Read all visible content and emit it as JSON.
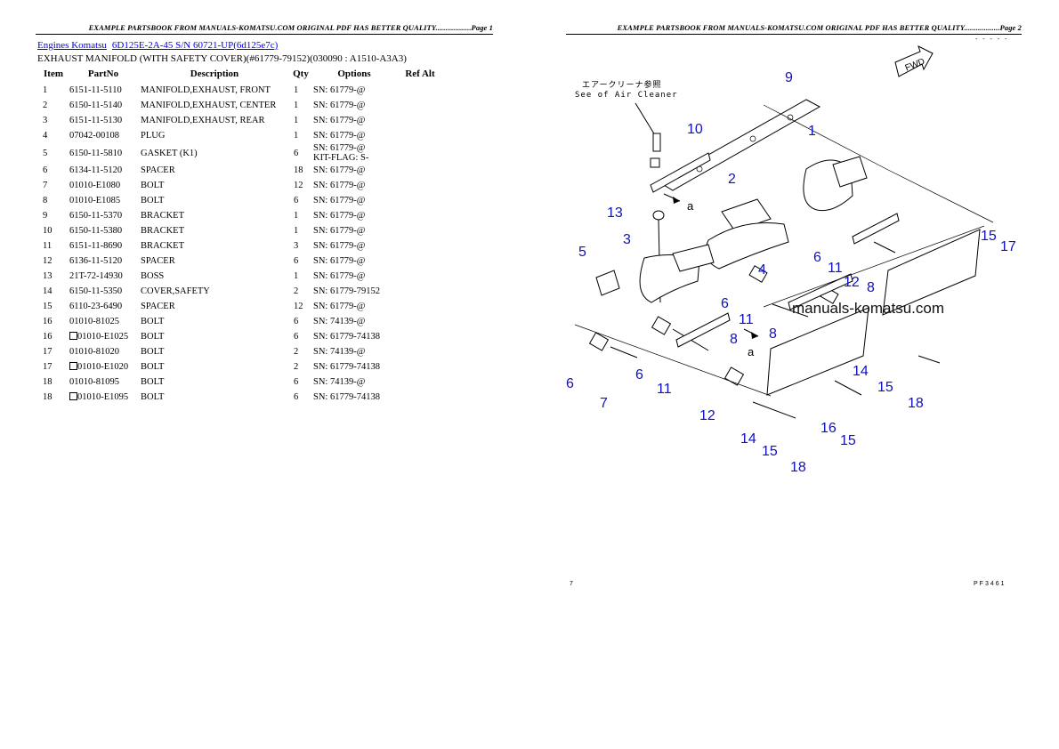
{
  "header": {
    "page1": "EXAMPLE PARTSBOOK FROM MANUALS-KOMATSU.COM ORIGINAL PDF HAS BETTER QUALITY..................Page 1",
    "page2": "EXAMPLE PARTSBOOK FROM MANUALS-KOMATSU.COM ORIGINAL PDF HAS BETTER QUALITY..................Page 2"
  },
  "breadcrumb": {
    "link1": "Engines Komatsu",
    "link2": "6D125E-2A-45 S/N 60721-UP(6d125e7c)"
  },
  "section_title": "EXHAUST MANIFOLD (WITH SAFETY COVER)(#61779-79152)(030090 : A1510-A3A3)",
  "table": {
    "headers": [
      "Item",
      "PartNo",
      "Description",
      "Qty",
      "Options",
      "Ref Alt"
    ],
    "rows": [
      {
        "item": "1",
        "prefix": false,
        "partno": "6151-11-5110",
        "desc": "MANIFOLD,EXHAUST, FRONT",
        "qty": "1",
        "opt1": "SN: 61779-@",
        "opt2": ""
      },
      {
        "item": "2",
        "prefix": false,
        "partno": "6150-11-5140",
        "desc": "MANIFOLD,EXHAUST, CENTER",
        "qty": "1",
        "opt1": "SN: 61779-@",
        "opt2": ""
      },
      {
        "item": "3",
        "prefix": false,
        "partno": "6151-11-5130",
        "desc": "MANIFOLD,EXHAUST, REAR",
        "qty": "1",
        "opt1": "SN: 61779-@",
        "opt2": ""
      },
      {
        "item": "4",
        "prefix": false,
        "partno": "07042-00108",
        "desc": "PLUG",
        "qty": "1",
        "opt1": "SN: 61779-@",
        "opt2": ""
      },
      {
        "item": "5",
        "prefix": false,
        "partno": "6150-11-5810",
        "desc": "GASKET (K1)",
        "qty": "6",
        "opt1": "SN: 61779-@",
        "opt2": "KIT-FLAG: S-"
      },
      {
        "item": "6",
        "prefix": false,
        "partno": "6134-11-5120",
        "desc": "SPACER",
        "qty": "18",
        "opt1": "SN: 61779-@",
        "opt2": ""
      },
      {
        "item": "7",
        "prefix": false,
        "partno": "01010-E1080",
        "desc": "BOLT",
        "qty": "12",
        "opt1": "SN: 61779-@",
        "opt2": ""
      },
      {
        "item": "8",
        "prefix": false,
        "partno": "01010-E1085",
        "desc": "BOLT",
        "qty": "6",
        "opt1": "SN: 61779-@",
        "opt2": ""
      },
      {
        "item": "9",
        "prefix": false,
        "partno": "6150-11-5370",
        "desc": "BRACKET",
        "qty": "1",
        "opt1": "SN: 61779-@",
        "opt2": ""
      },
      {
        "item": "10",
        "prefix": false,
        "partno": "6150-11-5380",
        "desc": "BRACKET",
        "qty": "1",
        "opt1": "SN: 61779-@",
        "opt2": ""
      },
      {
        "item": "11",
        "prefix": false,
        "partno": "6151-11-8690",
        "desc": "BRACKET",
        "qty": "3",
        "opt1": "SN: 61779-@",
        "opt2": ""
      },
      {
        "item": "12",
        "prefix": false,
        "partno": "6136-11-5120",
        "desc": "SPACER",
        "qty": "6",
        "opt1": "SN: 61779-@",
        "opt2": ""
      },
      {
        "item": "13",
        "prefix": false,
        "partno": "21T-72-14930",
        "desc": "BOSS",
        "qty": "1",
        "opt1": "SN: 61779-@",
        "opt2": ""
      },
      {
        "item": "14",
        "prefix": false,
        "partno": "6150-11-5350",
        "desc": "COVER,SAFETY",
        "qty": "2",
        "opt1": "SN: 61779-79152",
        "opt2": ""
      },
      {
        "item": "15",
        "prefix": false,
        "partno": "6110-23-6490",
        "desc": "SPACER",
        "qty": "12",
        "opt1": "SN: 61779-@",
        "opt2": ""
      },
      {
        "item": "16",
        "prefix": false,
        "partno": "01010-81025",
        "desc": "BOLT",
        "qty": "6",
        "opt1": "SN: 74139-@",
        "opt2": ""
      },
      {
        "item": "16",
        "prefix": true,
        "partno": "01010-E1025",
        "desc": "BOLT",
        "qty": "6",
        "opt1": "SN: 61779-74138",
        "opt2": ""
      },
      {
        "item": "17",
        "prefix": false,
        "partno": "01010-81020",
        "desc": "BOLT",
        "qty": "2",
        "opt1": "SN: 74139-@",
        "opt2": ""
      },
      {
        "item": "17",
        "prefix": true,
        "partno": "01010-E1020",
        "desc": "BOLT",
        "qty": "2",
        "opt1": "SN: 61779-74138",
        "opt2": ""
      },
      {
        "item": "18",
        "prefix": false,
        "partno": "01010-81095",
        "desc": "BOLT",
        "qty": "6",
        "opt1": "SN: 74139-@",
        "opt2": ""
      },
      {
        "item": "18",
        "prefix": true,
        "partno": "01010-E1095",
        "desc": "BOLT",
        "qty": "6",
        "opt1": "SN: 61779-74138",
        "opt2": ""
      }
    ]
  },
  "diagram": {
    "note_jp": "エアークリーナ参照",
    "note_en": "See of Air Cleaner",
    "fwd_label": "FWD",
    "ref_marker": "a",
    "watermark": "manuals-komatsu.com",
    "footer_left": "7",
    "footer_right": "PF3461",
    "top_marker": "- - - - -",
    "callouts": [
      {
        "text": "9"
      },
      {
        "text": "10"
      },
      {
        "text": "1"
      },
      {
        "text": "2"
      },
      {
        "text": "13"
      },
      {
        "text": "3"
      },
      {
        "text": "5"
      },
      {
        "text": "4"
      },
      {
        "text": "6"
      },
      {
        "text": "11"
      },
      {
        "text": "12"
      },
      {
        "text": "8"
      },
      {
        "text": "15"
      },
      {
        "text": "17"
      },
      {
        "text": "6"
      },
      {
        "text": "11"
      },
      {
        "text": "8"
      },
      {
        "text": "8"
      },
      {
        "text": "14"
      },
      {
        "text": "15"
      },
      {
        "text": "18"
      },
      {
        "text": "6"
      },
      {
        "text": "7"
      },
      {
        "text": "6"
      },
      {
        "text": "11"
      },
      {
        "text": "12"
      },
      {
        "text": "14"
      },
      {
        "text": "15"
      },
      {
        "text": "16"
      },
      {
        "text": "15"
      },
      {
        "text": "18"
      }
    ]
  }
}
